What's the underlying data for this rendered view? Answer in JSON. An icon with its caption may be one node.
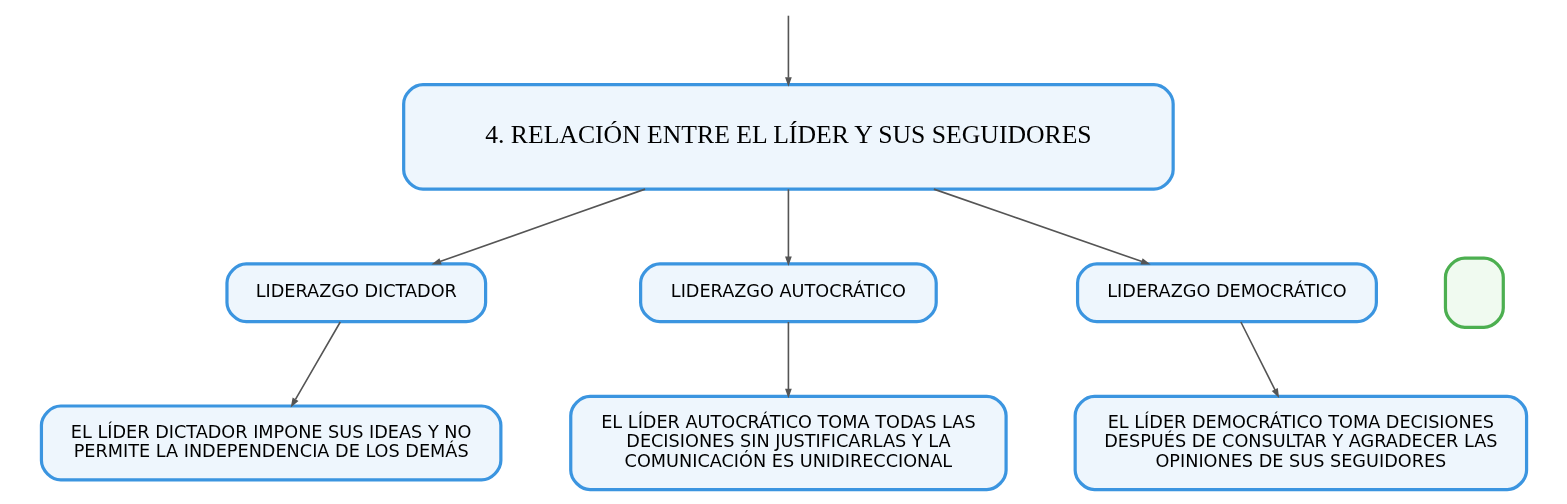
{
  "diagram": {
    "nodes": [
      {
        "text": [
          "4. RELACIÓN ENTRE EL LÍDER Y SUS SEGUIDORES"
        ]
      },
      {
        "text": [],
        "shape": "box"
      },
      {
        "text": [
          "LIDERAZGO DICTADOR"
        ]
      },
      {
        "text": [
          "LIDERAZGO AUTOCRÁTICO"
        ]
      },
      {
        "text": [
          "LIDERAZGO DEMOCRÁTICO"
        ]
      },
      {
        "text": [
          "EL LÍDER DICTADOR IMPONE SUS IDEAS Y NO PERMITE LA INDEPENDENCIA DE LOS DEMÁS"
        ]
      },
      {
        "text": [
          "EL LÍDER AUTOCRÁTICO TOMA TODAS LAS DECISIONES SIN JUSTIFICARLAS Y LA COMUNICACIÓN ES UNIDIRECCIONAL"
        ]
      },
      {
        "text": [
          "EL LÍDER DEMOCRÁTICO TOMA DECISIONES DESPUÉS DE CONSULTAR Y AGRADECER LAS OPINIONES DE SUS SEGUIDORES"
        ]
      }
    ],
    "edges": [
      {
        "from": null,
        "to": 0,
        "arrow": "to"
      },
      {
        "from": 0,
        "to": 2,
        "arrow": "to"
      },
      {
        "from": 0,
        "to": 3,
        "arrow": "to"
      },
      {
        "from": 0,
        "to": 4,
        "arrow": "to"
      },
      {
        "from": 2,
        "to": 5,
        "arrow": "to"
      },
      {
        "from": 3,
        "to": 6,
        "arrow": "to"
      },
      {
        "from": 4,
        "to": 7,
        "arrow": "to"
      }
    ]
  }
}
